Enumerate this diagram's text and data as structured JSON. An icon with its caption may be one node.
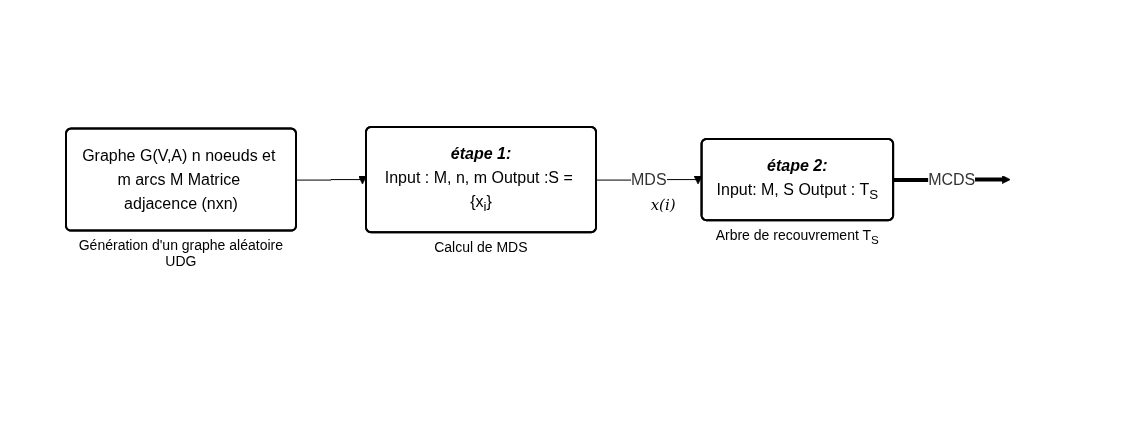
{
  "diagram": {
    "nodes": [
      {
        "text": [
          "Graphe G(V,A) n noeuds et m arcs M Matrice adjacence (nxn)"
        ],
        "beside": [
          "Génération d'un graphe aléatoire UDG"
        ]
      },
      {
        "text": [
          "étape 1:",
          "Input : M, n, m Output :S = {x$_{i}$}"
        ],
        "beside": [
          "Calcul de MDS"
        ]
      },
      {
        "text": [
          "étape 2:",
          "Input: M, S Output : T$_{S}$"
        ],
        "beside": [
          "Arbre de recouvrement T$_{S}$"
        ]
      }
    ],
    "edges": [
      {
        "from": 0,
        "to": 1,
        "arrow": "to"
      },
      {
        "from": 1,
        "to": 2,
        "arrow": "to",
        "label": "MDS"
      },
      {
        "from": 2,
        "to": null,
        "arrow": "to",
        "label": "MCDS",
        "style": "thick"
      }
    ],
    "labels": [
      "x(i)"
    ]
  }
}
